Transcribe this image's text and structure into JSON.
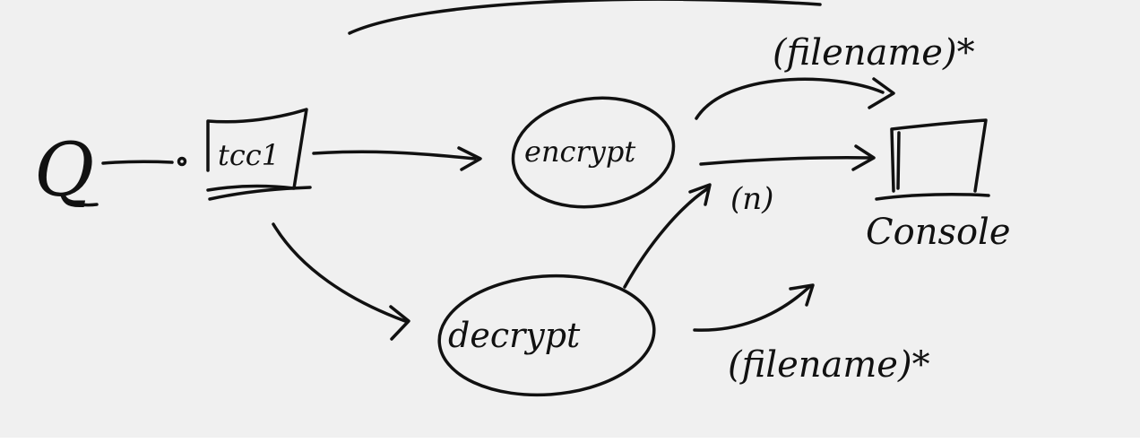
{
  "diagram": {
    "ink_color": "#111111",
    "background_color": "#f0f0f0",
    "user_glyph": "Q",
    "tool_label": "tcc1",
    "encrypt_label": "encrypt",
    "decrypt_label": "decrypt",
    "console_label": "Console",
    "filename_top_label": "(filename)*",
    "filename_bottom_label": "(filename)*",
    "n_label": "(n)"
  }
}
